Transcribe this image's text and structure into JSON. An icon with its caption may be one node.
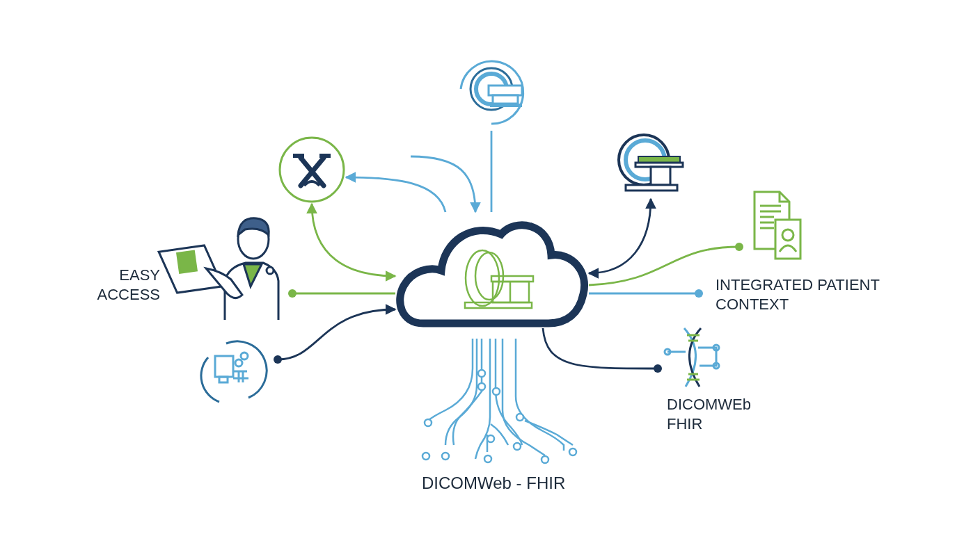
{
  "diagram": {
    "nodes": [
      {
        "text": [],
        "shape": "cloud"
      },
      {
        "text": [],
        "shape": "circle"
      },
      {
        "text": [],
        "shape": "picture"
      },
      {
        "text": [],
        "shape": "picture"
      },
      {
        "text": [],
        "shape": "picture"
      },
      {
        "text": [],
        "shape": "person",
        "beside": [
          "EASY ACCESS"
        ]
      },
      {
        "text": [],
        "shape": "picture"
      },
      {
        "text": [],
        "shape": "picture",
        "beside": [
          "DICOMWEb FHIR"
        ]
      },
      {
        "text": [
          "INTEGRATED PATIENT CONTEXT"
        ]
      }
    ],
    "edges": [
      {
        "from": 0,
        "to": 1,
        "arrow": "to"
      },
      {
        "from": 1,
        "to": 0,
        "arrow": "both",
        "color": "#7ab648"
      },
      {
        "from": null,
        "to": 0,
        "arrow": "to"
      },
      {
        "from": 2,
        "to": 0,
        "arrow": "none"
      },
      {
        "from": 0,
        "to": 3,
        "arrow": "both",
        "color": "#1c3557"
      },
      {
        "from": 0,
        "to": 4,
        "arrow": "other",
        "color": "#7ab648"
      },
      {
        "from": 0,
        "to": 8,
        "arrow": "other"
      },
      {
        "from": 0,
        "to": 7,
        "arrow": "other",
        "color": "#1c3557"
      },
      {
        "from": 0,
        "to": 5,
        "arrow": "other",
        "color": "#7ab648"
      },
      {
        "from": 6,
        "to": 0,
        "arrow": "to",
        "color": "#1c3557"
      }
    ],
    "labels": [
      "DICOMWeb - FHIR"
    ]
  }
}
